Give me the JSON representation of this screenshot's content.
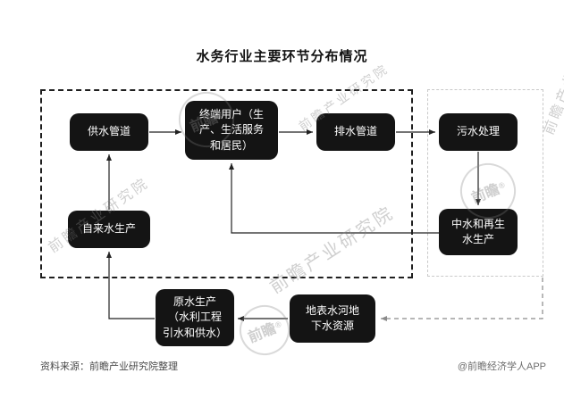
{
  "title": "水务行业主要环节分布情况",
  "nodes": [
    {
      "id": "supply-pipeline",
      "label": "供水管道"
    },
    {
      "id": "end-users",
      "label": "终端用户（生\n产、生活服务\n和居民）"
    },
    {
      "id": "drainage-pipeline",
      "label": "排水管道"
    },
    {
      "id": "sewage-treatment",
      "label": "污水处理"
    },
    {
      "id": "reclaimed-water-production",
      "label": "中水和再生\n水生产"
    },
    {
      "id": "tap-water-production",
      "label": "自来水生产"
    },
    {
      "id": "raw-water-production",
      "label": "原水生产\n（水利工程\n引水和供水）"
    },
    {
      "id": "water-resources",
      "label": "地表水河地\n下水资源"
    }
  ],
  "footer": {
    "source": "资料来源：前瞻产业研究院整理",
    "credit": "@前瞻经济学人APP"
  },
  "watermark": {
    "text": "前瞻产业研究院",
    "logo_text": "前瞻",
    "reg_mark": "®"
  },
  "colors": {
    "node_bg": "#141414",
    "node_text": "#ffffff",
    "arrow": "#222222",
    "dashed_arrow": "#8a8a8a",
    "main_group_border": "#1f1f1f",
    "sub_group_border": "#c9c9c9"
  }
}
